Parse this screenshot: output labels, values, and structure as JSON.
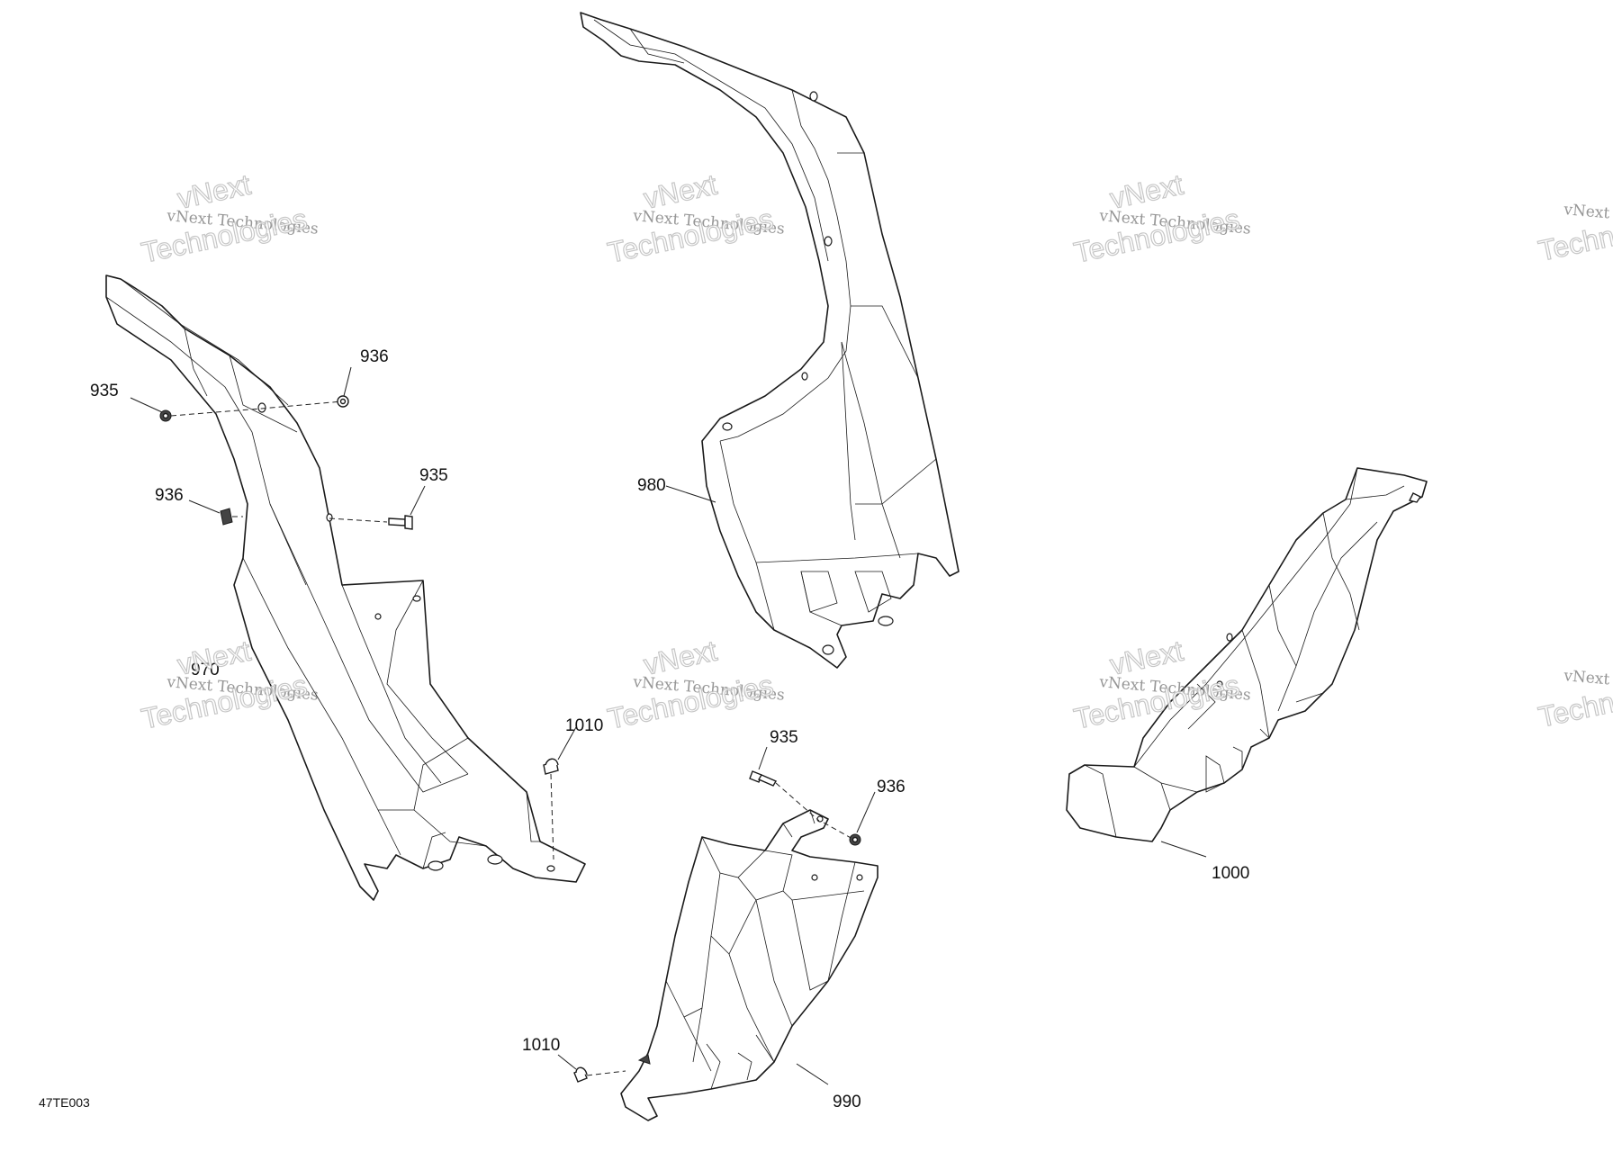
{
  "drawing_code": "47TE003",
  "watermark": {
    "line1": "vNext Technologies",
    "line2": "Technologies",
    "brand": "vNext"
  },
  "callouts": {
    "c936_top": "936",
    "c935_left": "935",
    "c936_left": "936",
    "c935_mid": "935",
    "c970": "970",
    "c980": "980",
    "c1010_top": "1010",
    "c935_lower": "935",
    "c936_lower": "936",
    "c1000": "1000",
    "c1010_bottom": "1010",
    "c990": "990"
  },
  "colors": {
    "line": "#1a1a1a",
    "watermark": "#7d7d7d",
    "background": "#ffffff"
  }
}
